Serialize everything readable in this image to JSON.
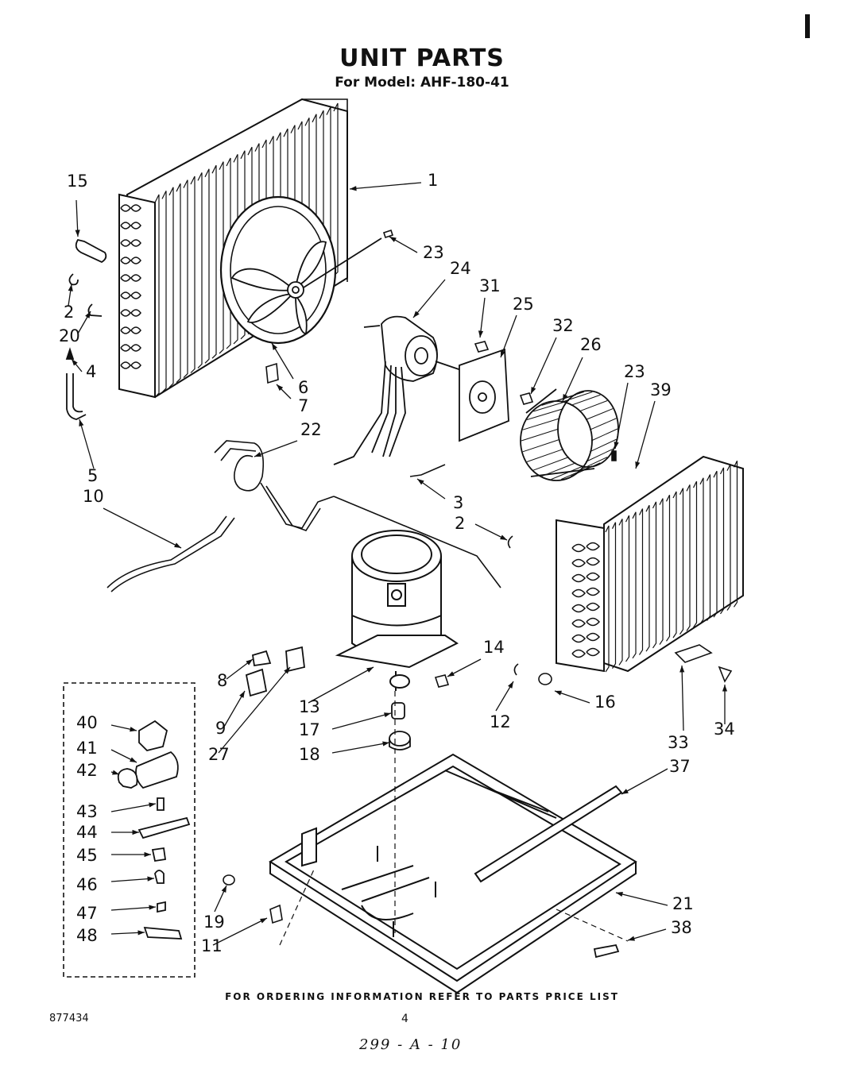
{
  "page": {
    "title": "UNIT PARTS",
    "subtitle": "For Model: AHF-180-41",
    "footer": "FOR ORDERING INFORMATION REFER TO PARTS PRICE LIST",
    "doc_number": "877434",
    "page_number": "4",
    "handwritten_note": "299 - A - 10"
  },
  "callouts": [
    {
      "id": "c1",
      "label": "1"
    },
    {
      "id": "c15",
      "label": "15"
    },
    {
      "id": "c2a",
      "label": "2"
    },
    {
      "id": "c20",
      "label": "20"
    },
    {
      "id": "c4",
      "label": "4"
    },
    {
      "id": "c5",
      "label": "5"
    },
    {
      "id": "c6",
      "label": "6"
    },
    {
      "id": "c7",
      "label": "7"
    },
    {
      "id": "c23a",
      "label": "23"
    },
    {
      "id": "c24",
      "label": "24"
    },
    {
      "id": "c31",
      "label": "31"
    },
    {
      "id": "c25",
      "label": "25"
    },
    {
      "id": "c32",
      "label": "32"
    },
    {
      "id": "c26",
      "label": "26"
    },
    {
      "id": "c23b",
      "label": "23"
    },
    {
      "id": "c39",
      "label": "39"
    },
    {
      "id": "c22",
      "label": "22"
    },
    {
      "id": "c10",
      "label": "10"
    },
    {
      "id": "c3",
      "label": "3"
    },
    {
      "id": "c2b",
      "label": "2"
    },
    {
      "id": "c14",
      "label": "14"
    },
    {
      "id": "c8",
      "label": "8"
    },
    {
      "id": "c9",
      "label": "9"
    },
    {
      "id": "c27",
      "label": "27"
    },
    {
      "id": "c13",
      "label": "13"
    },
    {
      "id": "c17",
      "label": "17"
    },
    {
      "id": "c18",
      "label": "18"
    },
    {
      "id": "c12",
      "label": "12"
    },
    {
      "id": "c16",
      "label": "16"
    },
    {
      "id": "c33",
      "label": "33"
    },
    {
      "id": "c34",
      "label": "34"
    },
    {
      "id": "c37",
      "label": "37"
    },
    {
      "id": "c40",
      "label": "40"
    },
    {
      "id": "c41",
      "label": "41"
    },
    {
      "id": "c42",
      "label": "42"
    },
    {
      "id": "c43",
      "label": "43"
    },
    {
      "id": "c44",
      "label": "44"
    },
    {
      "id": "c45",
      "label": "45"
    },
    {
      "id": "c46",
      "label": "46"
    },
    {
      "id": "c47",
      "label": "47"
    },
    {
      "id": "c48",
      "label": "48"
    },
    {
      "id": "c19",
      "label": "19"
    },
    {
      "id": "c11",
      "label": "11"
    },
    {
      "id": "c21",
      "label": "21"
    },
    {
      "id": "c38",
      "label": "38"
    }
  ]
}
